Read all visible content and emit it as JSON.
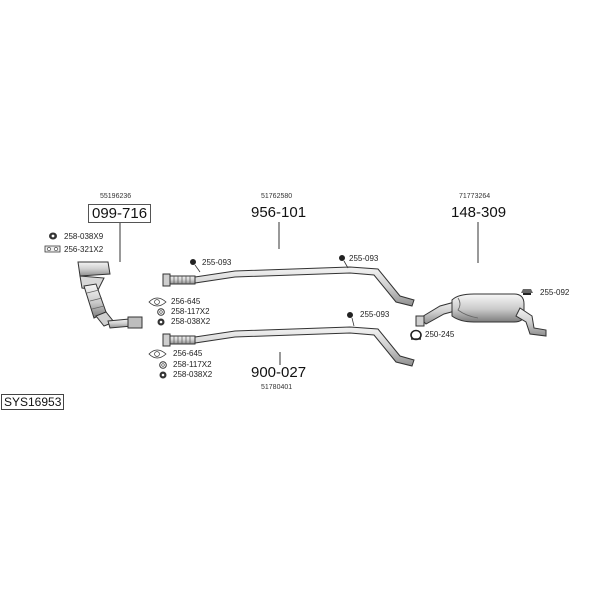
{
  "system_code": "SYS16953",
  "parts": {
    "front": {
      "number": "099-716",
      "oem": "55196236",
      "acc1": "258-038X9",
      "acc2": "256-321X2",
      "acc3": "256-645",
      "acc4": "258-117X2",
      "acc5": "258-038X2"
    },
    "middle_upper": {
      "number": "956-101",
      "oem": "51762580",
      "hanger1": "255-093",
      "hanger2": "255-093"
    },
    "middle_lower": {
      "number": "900-027",
      "oem": "51780401",
      "hanger1": "255-093",
      "acc1": "256-645",
      "acc2": "258-117X2",
      "acc3": "258-038X2"
    },
    "rear": {
      "number": "148-309",
      "oem": "71773264",
      "hanger1": "255-092",
      "clamp": "250-245"
    }
  }
}
